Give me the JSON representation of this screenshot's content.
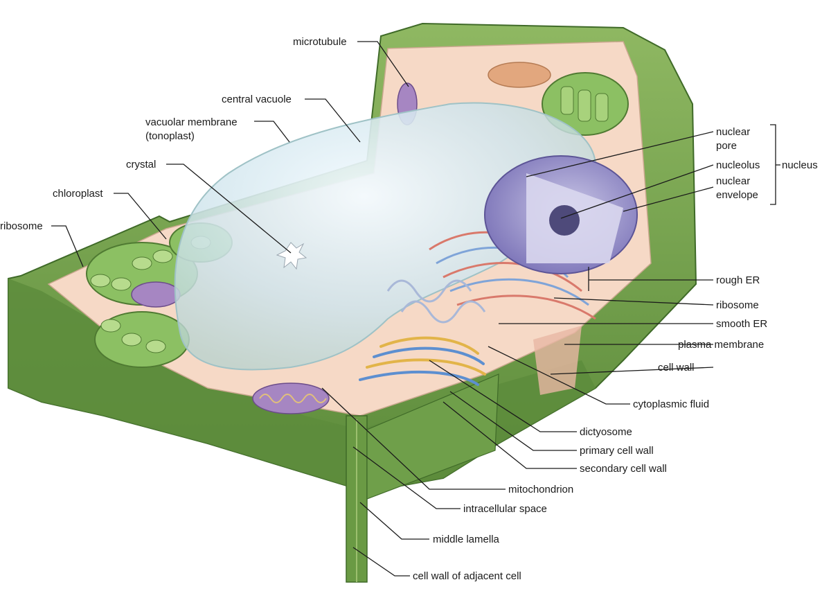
{
  "labels": {
    "microtubule": "microtubule",
    "central_vacuole": "central vacuole",
    "vacuolar_membrane_1": "vacuolar membrane",
    "vacuolar_membrane_2": "(tonoplast)",
    "crystal": "crystal",
    "chloroplast": "chloroplast",
    "ribosome_left": "ribosome",
    "nuclear_pore_1": "nuclear",
    "nuclear_pore_2": "pore",
    "nucleolus": "nucleolus",
    "nuclear_envelope_1": "nuclear",
    "nuclear_envelope_2": "envelope",
    "nucleus": "nucleus",
    "rough_er": "rough ER",
    "ribosome_right": "ribosome",
    "smooth_er": "smooth ER",
    "plasma_membrane": "plasma membrane",
    "cell_wall": "cell wall",
    "cytoplasmic_fluid": "cytoplasmic fluid",
    "dictyosome": "dictyosome",
    "primary_cell_wall": "primary cell wall",
    "secondary_cell_wall": "secondary cell wall",
    "mitochondrion": "mitochondrion",
    "intracellular_space": "intracellular space",
    "middle_lamella": "middle lamella",
    "cell_wall_adjacent": "cell wall of adjacent cell"
  },
  "colors": {
    "cell_wall": "#6f9a4a",
    "cell_wall_dark": "#4f7a32",
    "cell_wall_light": "#9cc06f",
    "cytoplasm": "#f6d9c6",
    "vacuole": "#cfe6ef",
    "nucleus": "#8d86c4",
    "chloroplast": "#7fb35a",
    "mitochondrion": "#9b7cb8",
    "golgi": "#e2b449",
    "er": "#d9796b"
  }
}
